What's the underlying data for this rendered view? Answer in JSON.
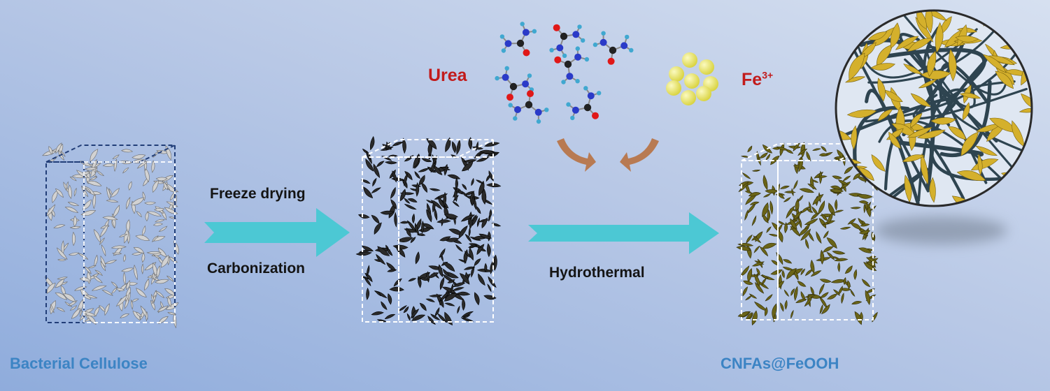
{
  "stages": {
    "bacterial_cellulose": "Bacterial Cellulose",
    "product": "CNFAs@FeOOH"
  },
  "steps": {
    "freeze_drying": "Freeze drying",
    "carbonization": "Carbonization",
    "hydrothermal": "Hydrothermal"
  },
  "reagents": {
    "urea": "Urea",
    "iron": {
      "symbol": "Fe",
      "charge": "3+"
    }
  },
  "colors": {
    "background_left": "#8facdc",
    "background_right": "#d6e0f0",
    "stage_label": "#3c84c4",
    "reagent_label": "#c21b1b",
    "step_label": "#141414",
    "arrow": "#4cc8d4",
    "curved_arrow": "#b87a52",
    "cellulose_fiber": "#d2d2d2",
    "carbon_fiber": "#2a2a2a",
    "feooh_fiber": "#6a6418",
    "feooh_flake": "#d4b02c",
    "fe_ion": "#e6e25a",
    "atom_oxygen": "#e01818",
    "atom_carbon": "#222222",
    "atom_nitrogen": "#2a3ac8",
    "atom_hydrogen": "#40a8d0"
  }
}
